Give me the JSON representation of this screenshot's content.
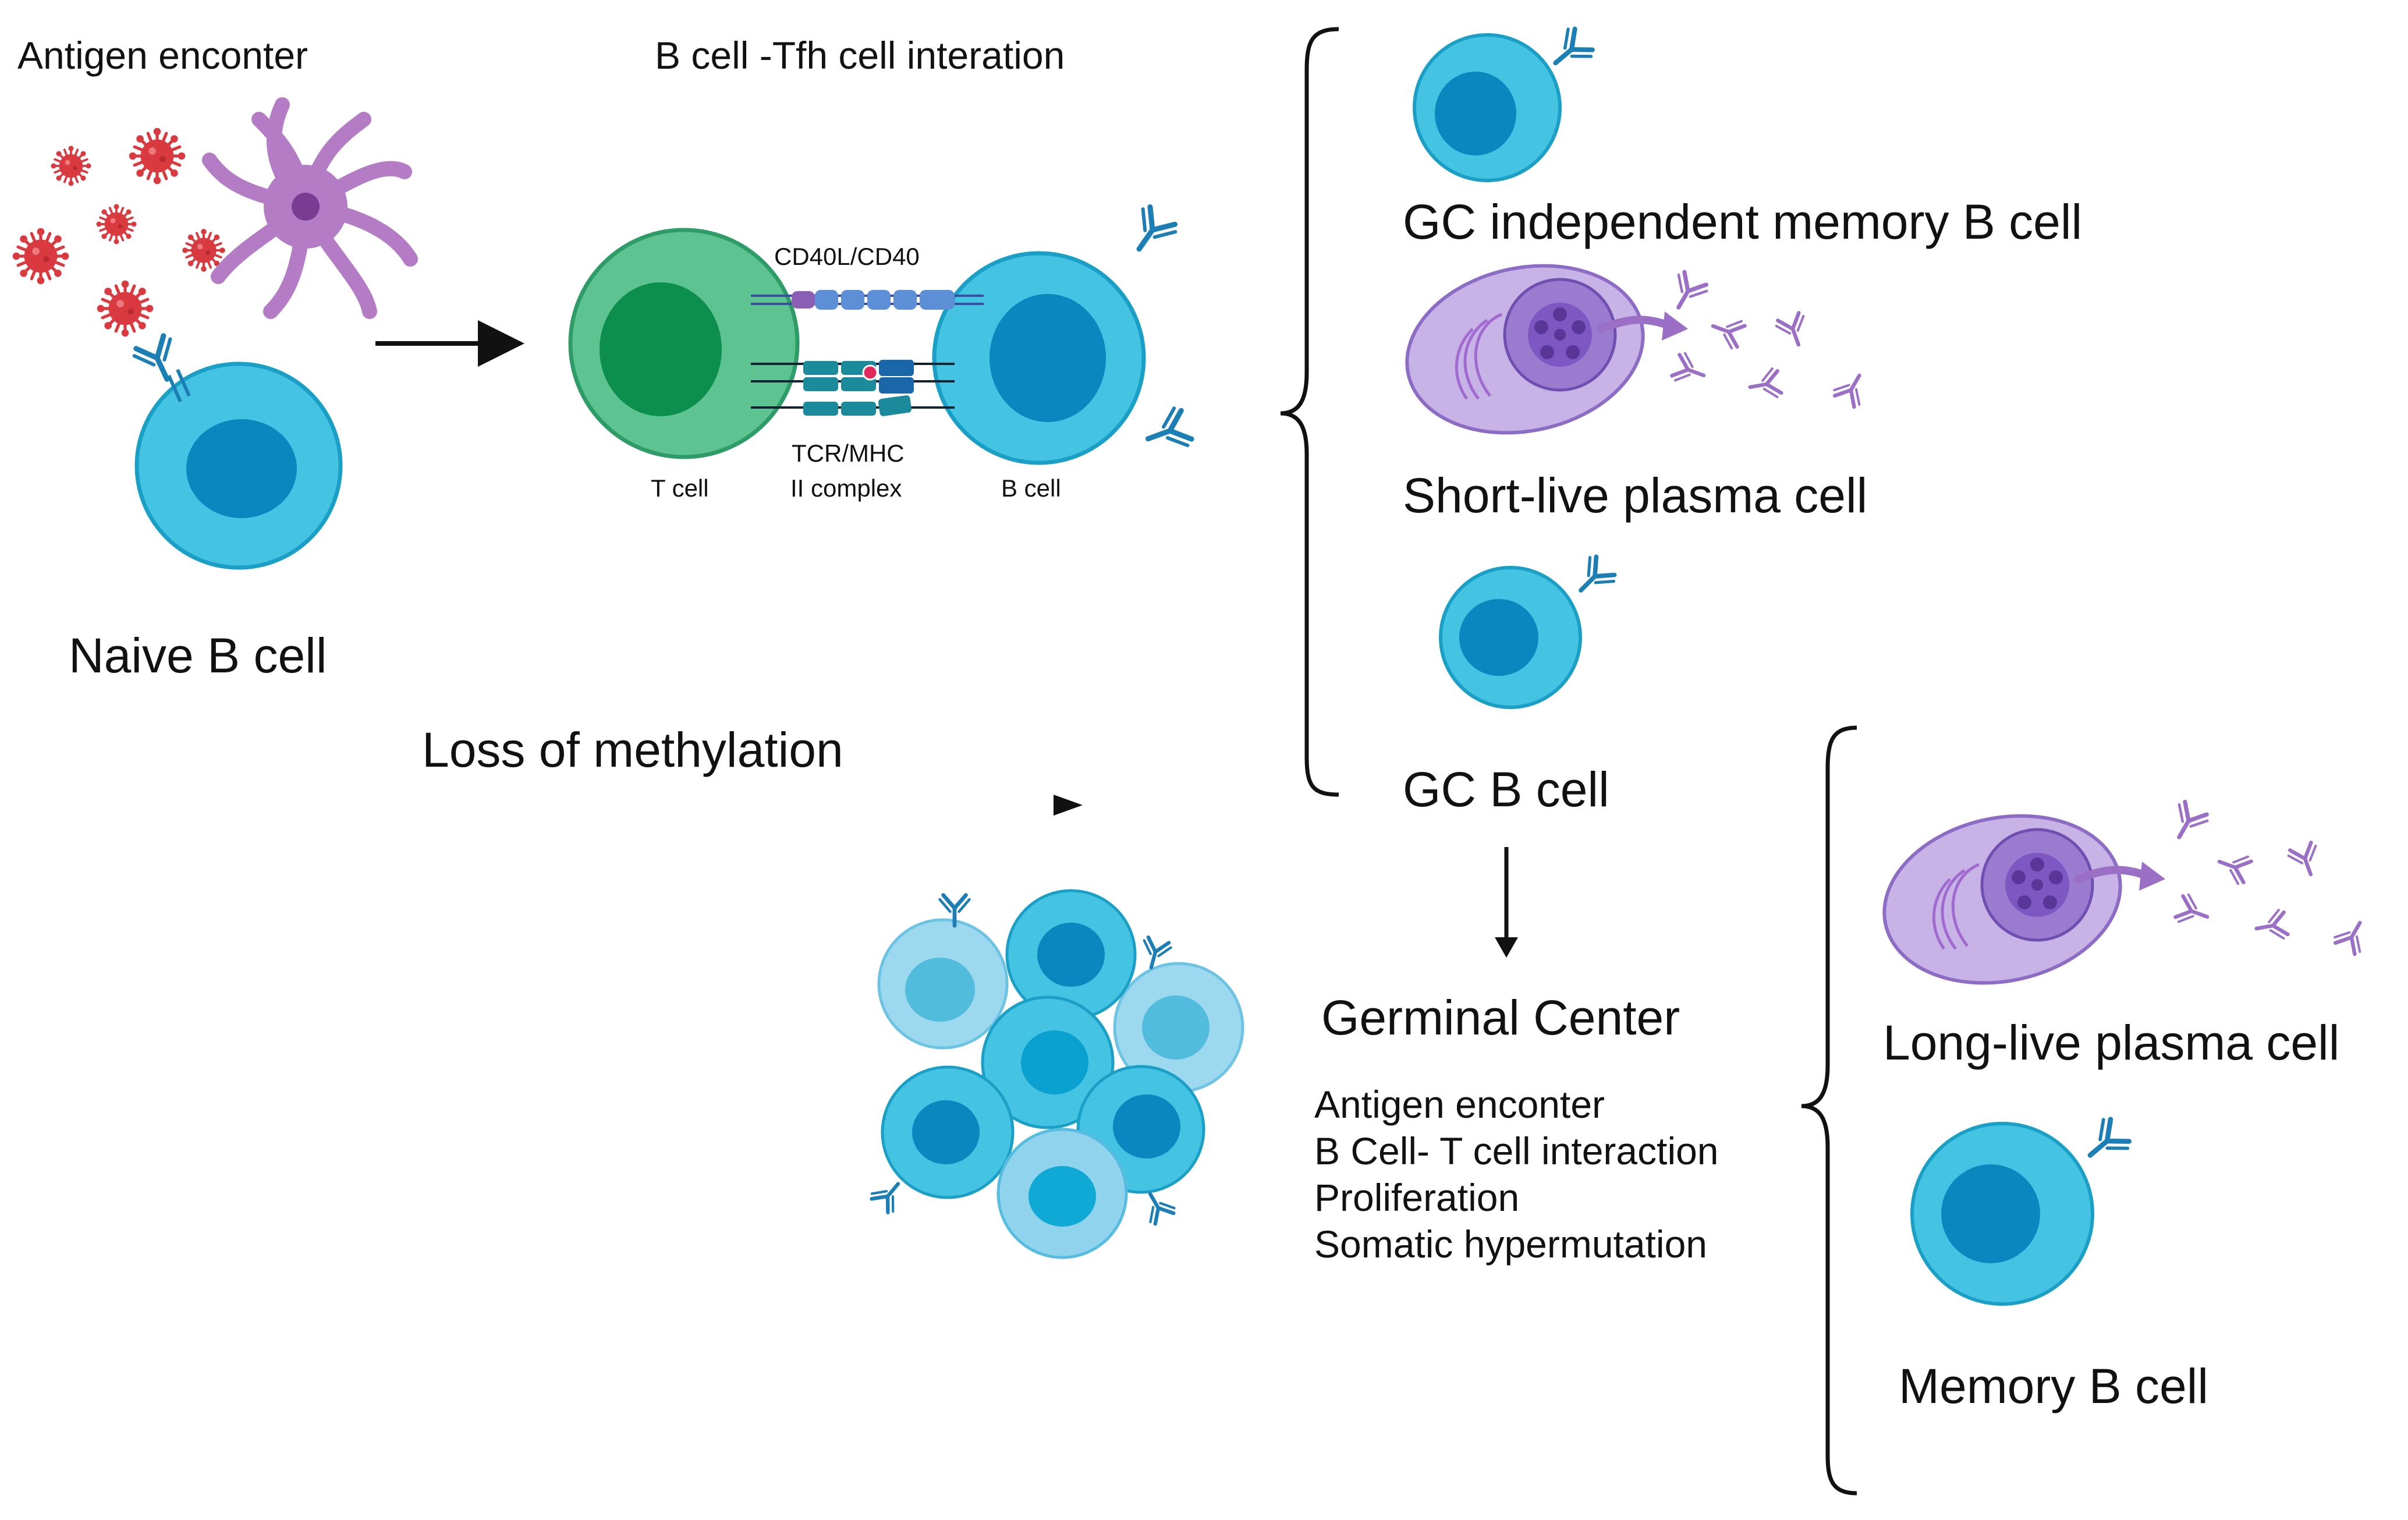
{
  "labels": {
    "antigen_encounter_title": "Antigen enconter",
    "interaction_title": "B cell -Tfh cell interation",
    "cd40": "CD40L/CD40",
    "tcr_line1": "TCR/MHC",
    "tcr_line2": "II complex",
    "t_cell": "T cell",
    "b_cell": "B cell",
    "naive_b_cell": "Naive B cell",
    "loss_of_methylation": "Loss of methylation",
    "gc_independent_memory": "GC independent memory B cell",
    "short_live_plasma": "Short-live plasma cell",
    "gc_b_cell": "GC B cell",
    "germinal_center": "Germinal Center",
    "long_live_plasma": "Long-live plasma cell",
    "memory_b_cell": "Memory B cell"
  },
  "germinal_center_steps": [
    "Antigen enconter",
    "B Cell- T cell interaction",
    "Proliferation",
    "Somatic hypermutation"
  ],
  "colors": {
    "b_cell_fill": "#45c3e3",
    "b_cell_nucleus": "#0a87bf",
    "t_cell_fill": "#5cc391",
    "t_cell_nucleus": "#0c8f4c",
    "plasma_fill": "#b39ddb",
    "plasma_nucleus": "#7e57c2",
    "virus": "#d93a3f",
    "dendritic": "#b57cc6",
    "antibody_blue": "#1b7fb5",
    "antibody_purple": "#9b6fc5"
  }
}
